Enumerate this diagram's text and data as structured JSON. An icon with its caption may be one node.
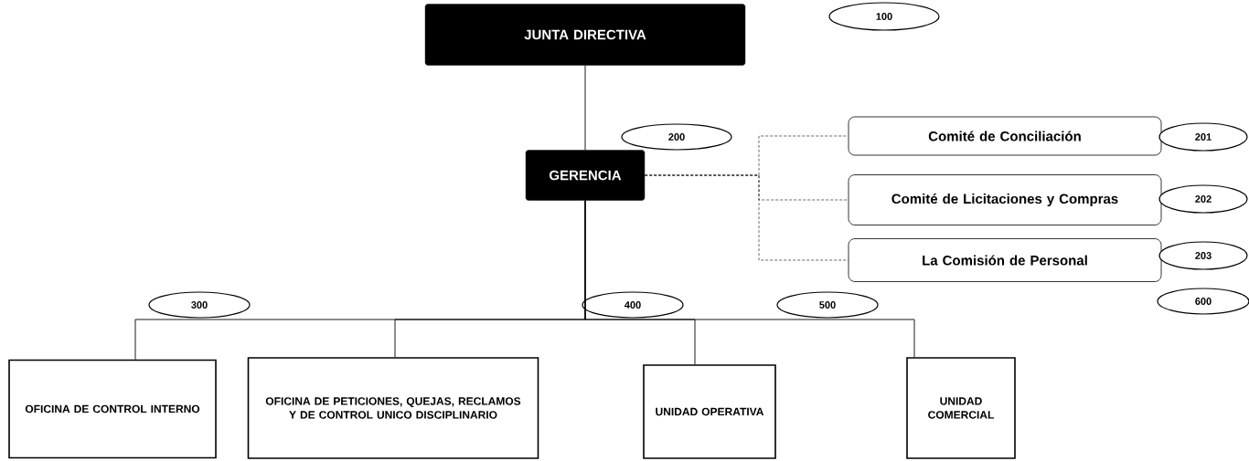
{
  "diagram": {
    "nodes": [
      {
        "text": [
          "JUNTA DIRECTIVA"
        ]
      },
      {
        "text": [
          "100"
        ]
      },
      {
        "text": [
          "GERENCIA"
        ]
      },
      {
        "text": [
          "200"
        ]
      },
      {
        "text": [
          "Comité de Conciliación"
        ]
      },
      {
        "text": [
          "201"
        ]
      },
      {
        "text": [
          "Comité de Licitaciones y Compras"
        ]
      },
      {
        "text": [
          "202"
        ]
      },
      {
        "text": [
          "La Comisión de Personal"
        ]
      },
      {
        "text": [
          "203"
        ]
      },
      {
        "text": [
          "OFICINA DE CONTROL INTERNO"
        ]
      },
      {
        "text": [
          "300"
        ]
      },
      {
        "text": [
          "OFICINA DE PETICIONES, QUEJAS, RECLAMOS Y DE CONTROL UNICO DISCIPLINARIO"
        ]
      },
      {
        "text": [
          "400"
        ]
      },
      {
        "text": [
          "UNIDAD OPERATIVA"
        ]
      },
      {
        "text": [
          "500"
        ]
      },
      {
        "text": [
          "UNIDAD COMERCIAL"
        ]
      },
      {
        "text": [
          "600"
        ]
      }
    ],
    "edges": [
      {
        "from": 0,
        "to": 2,
        "arrow": "none"
      },
      {
        "from": 2,
        "to": 4,
        "arrow": "none",
        "style": "dashed"
      },
      {
        "from": 2,
        "to": 6,
        "arrow": "none",
        "style": "dashed"
      },
      {
        "from": 2,
        "to": 8,
        "arrow": "none",
        "style": "dashed"
      },
      {
        "from": 2,
        "to": 10,
        "arrow": "none"
      },
      {
        "from": 2,
        "to": 12,
        "arrow": "none"
      },
      {
        "from": 2,
        "to": 14,
        "arrow": "none"
      },
      {
        "from": 2,
        "to": 16,
        "arrow": "none"
      }
    ]
  }
}
